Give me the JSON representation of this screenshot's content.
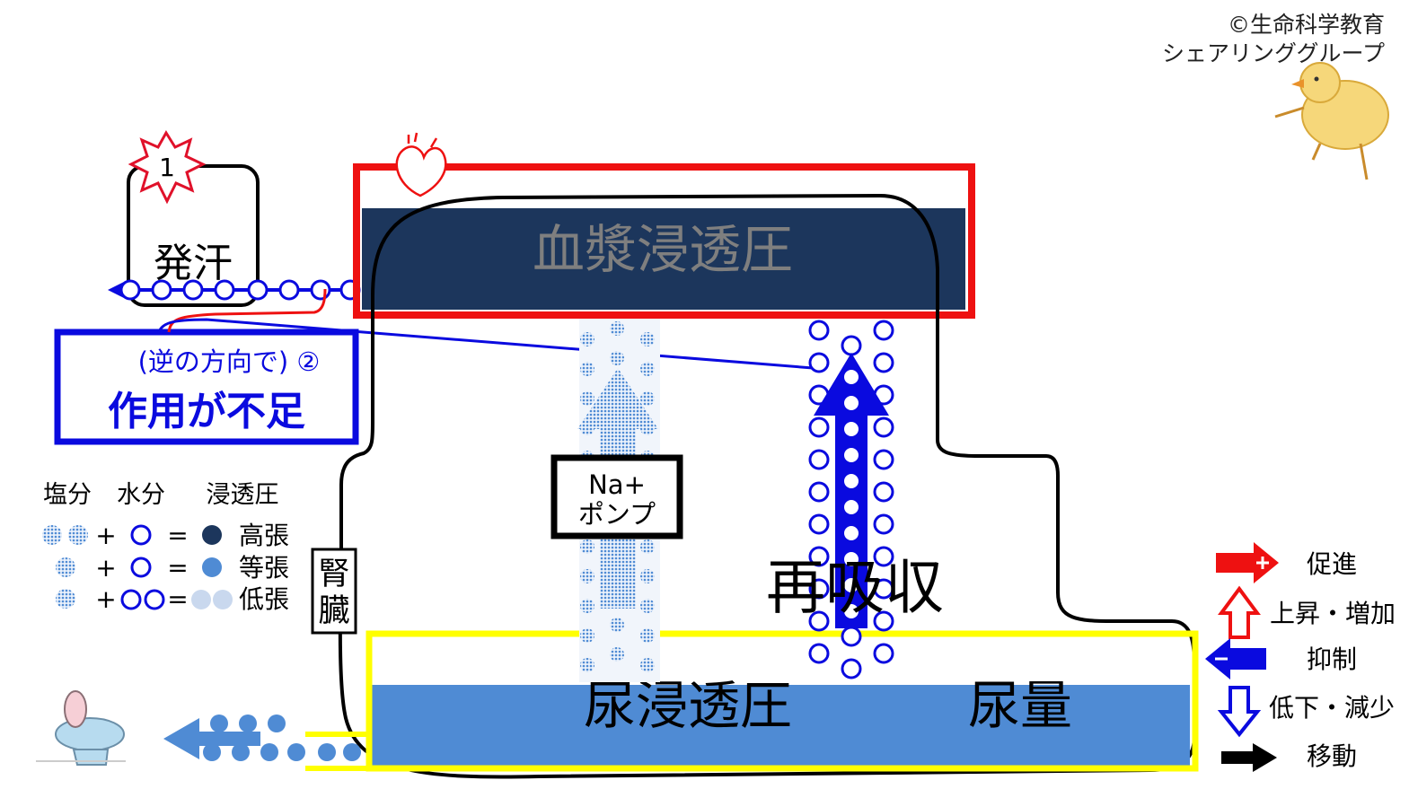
{
  "copyright": {
    "line1": "©生命科学教育",
    "line2": "シェアリンググループ"
  },
  "sweat": {
    "label": "発汗",
    "step": "1"
  },
  "blood_box": {
    "label": "血漿浸透圧"
  },
  "deficit_box": {
    "line1": "(逆の方向で) ②",
    "line2": "作用が不足"
  },
  "legend": {
    "headers": [
      "塩分",
      "水分",
      "浸透圧"
    ],
    "rows": [
      {
        "plus": "+",
        "eq": "=",
        "label": "高張"
      },
      {
        "plus": "+",
        "eq": "=",
        "label": "等張"
      },
      {
        "plus": "+",
        "eq": "=",
        "label": "低張"
      }
    ]
  },
  "kidney_label": "腎臓",
  "na_pump": {
    "line1": "Na+",
    "line2": "ポンプ"
  },
  "reabsorption": "再吸収",
  "urine_box": {
    "left": "尿浸透圧",
    "right": "尿量"
  },
  "key": {
    "items": [
      "促進",
      "上昇・増加",
      "抑制",
      "低下・減少",
      "移動"
    ]
  },
  "colors": {
    "red": "#ee1111",
    "blue": "#0a0adf",
    "navy": "#1c365c",
    "urine": "#4f8bd4",
    "yellow": "#ffff00",
    "dot": "#4f8bd4"
  }
}
